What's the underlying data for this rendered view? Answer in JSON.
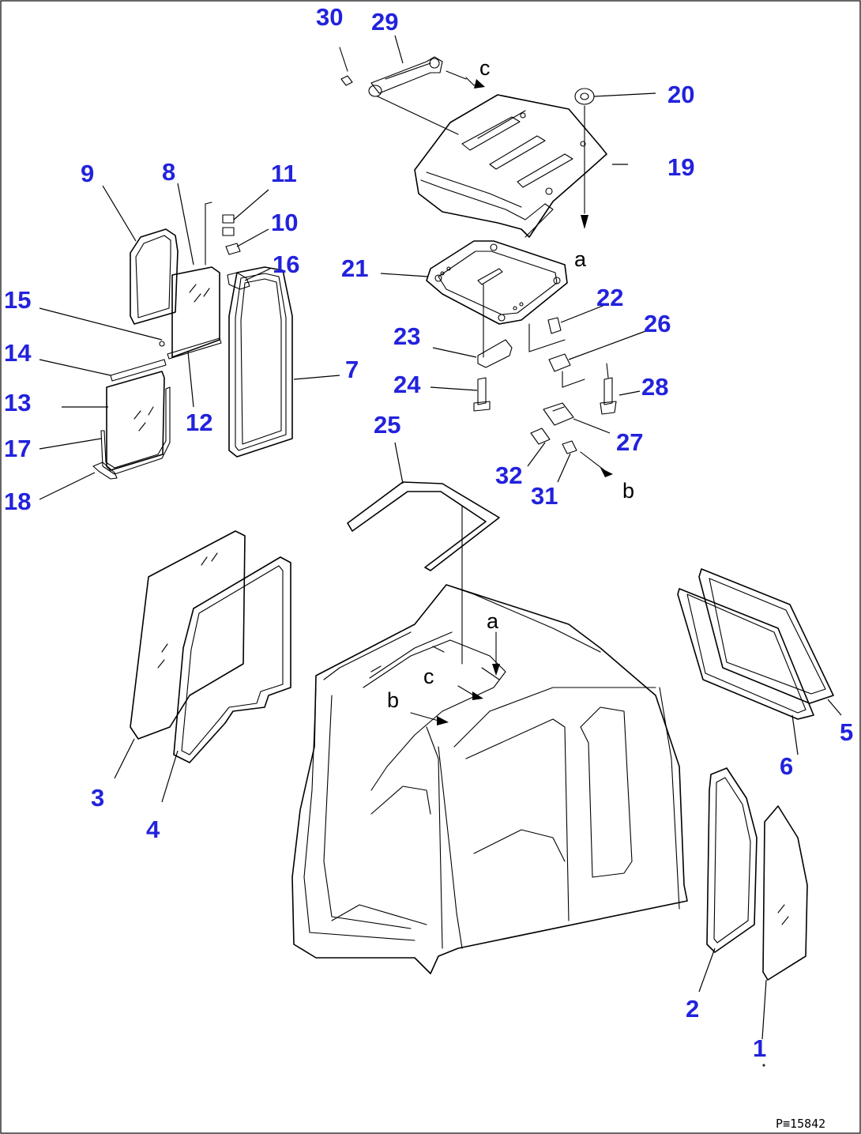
{
  "part_numbers": [
    "1",
    "2",
    "3",
    "4",
    "5",
    "6",
    "7",
    "8",
    "9",
    "10",
    "11",
    "12",
    "13",
    "14",
    "15",
    "16",
    "17",
    "18",
    "19",
    "20",
    "21",
    "22",
    "23",
    "24",
    "25",
    "26",
    "27",
    "28",
    "29",
    "30",
    "31",
    "32"
  ],
  "reference_letters": {
    "a_top": "a",
    "a_cab": "a",
    "b_latch": "b",
    "b_cab": "b",
    "c_hinge": "c",
    "c_cab": "c"
  },
  "figure_code": "P≡15842",
  "colors": {
    "callout_text": "#2222dd",
    "line_art": "#000000",
    "background": "#ffffff"
  }
}
